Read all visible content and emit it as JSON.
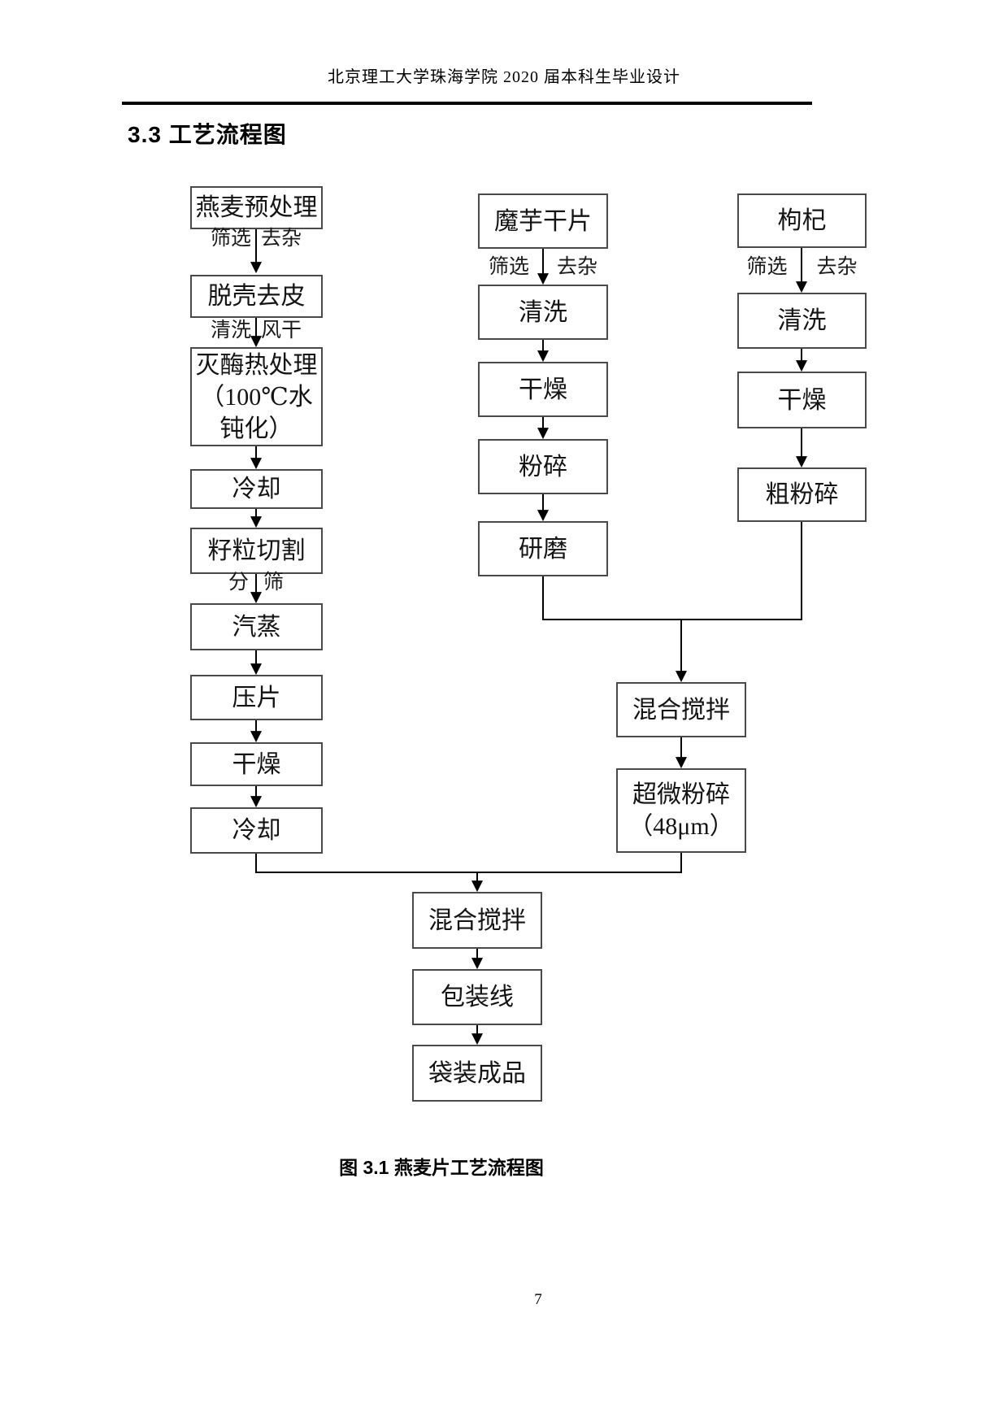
{
  "page": {
    "header_title": "北京理工大学珠海学院 2020 届本科生毕业设计",
    "section_heading": "3.3 工艺流程图",
    "figure_caption": "图 3.1 燕麦片工艺流程图",
    "page_number": "7"
  },
  "flowchart": {
    "oat_branch": {
      "steps": [
        "燕麦预处理",
        "脱壳去皮",
        "灭酶热处理\n（100℃水\n钝化）",
        "冷却",
        "籽粒切割",
        "汽蒸",
        "压片",
        "干燥",
        "冷却"
      ],
      "edge_labels": [
        {
          "left": "筛选",
          "right": "去杂"
        },
        {
          "left": "清洗",
          "right": "风干"
        },
        {
          "left": "分",
          "right": "筛"
        }
      ]
    },
    "konjac_branch": {
      "steps": [
        "魔芋干片",
        "清洗",
        "干燥",
        "粉碎",
        "研磨"
      ],
      "edge_labels": [
        {
          "left": "筛选",
          "right": "去杂"
        }
      ]
    },
    "goji_branch": {
      "steps": [
        "枸杞",
        "清洗",
        "干燥",
        "粗粉碎"
      ],
      "edge_labels": [
        {
          "left": "筛选",
          "right": "去杂"
        }
      ]
    },
    "mix_branch": {
      "steps": [
        "混合搅拌",
        "超微粉碎\n（48μm）"
      ]
    },
    "final_branch": {
      "steps": [
        "混合搅拌",
        "包装线",
        "袋装成品"
      ]
    }
  }
}
